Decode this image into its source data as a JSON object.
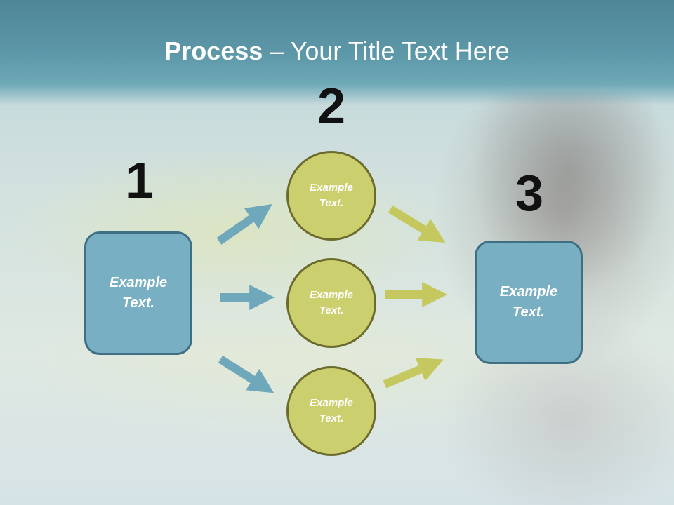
{
  "title": {
    "bold": "Process",
    "rest": " – Your Title Text Here"
  },
  "steps": [
    {
      "number": "1",
      "label": "Example Text."
    },
    {
      "number": "2",
      "items": [
        {
          "label": "Example Text."
        },
        {
          "label": "Example Text."
        },
        {
          "label": "Example Text."
        }
      ]
    },
    {
      "number": "3",
      "label": "Example Text."
    }
  ],
  "colors": {
    "box_fill": "#79afc2",
    "circle_fill": "#cccf6e",
    "blue_arrow": "#6fa7bb",
    "green_arrow": "#c4c85e",
    "header": "#5c97a8"
  }
}
